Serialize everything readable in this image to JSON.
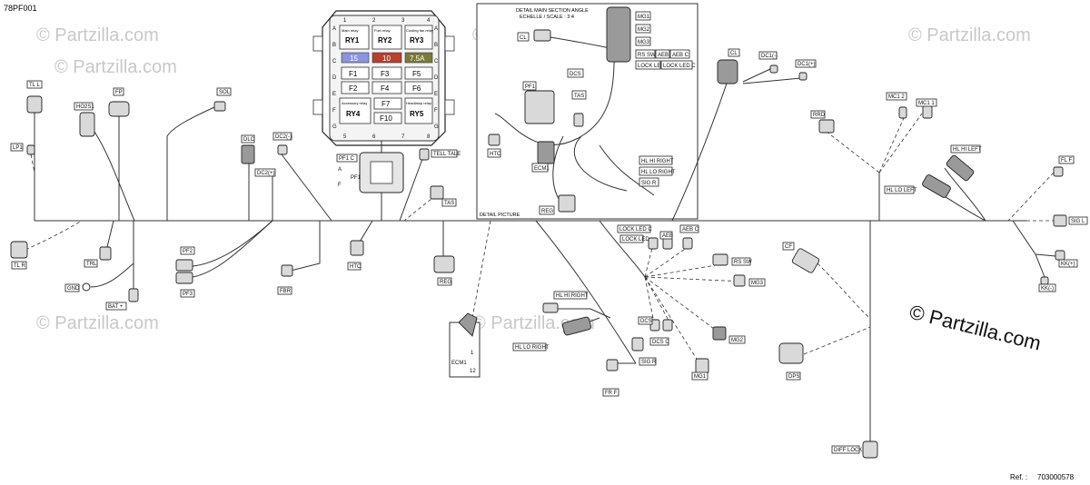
{
  "diagram": {
    "drawing_code": "78PF001",
    "reference": {
      "prefix": "Ref. :",
      "number": "703000578"
    },
    "watermark": "© Partzilla.com",
    "fuse_box": {
      "row_letters": [
        "A",
        "B",
        "C",
        "D",
        "E",
        "F",
        "G"
      ],
      "col_numbers_top": [
        "1",
        "2",
        "3",
        "4"
      ],
      "col_numbers_bottom": [
        "5",
        "6",
        "7",
        "8"
      ],
      "relays_top": [
        {
          "caption": "Main relay",
          "label": "RY1"
        },
        {
          "caption": "Fuel relay",
          "label": "RY2"
        },
        {
          "caption": "Cooling fan relay",
          "label": "RY3"
        }
      ],
      "fuse_values": [
        "15",
        "10",
        "7.5A"
      ],
      "fuses": [
        "F1",
        "F3",
        "F5",
        "F2",
        "F4",
        "F6",
        "F7",
        "F10"
      ],
      "relays_bottom": [
        {
          "caption": "Accessory relay",
          "label": "RY4"
        },
        {
          "caption": "Headlamp relay",
          "label": "RY5"
        }
      ]
    },
    "detail": {
      "title": "DETAIL MAIN SECTION ANGLE",
      "scale": "ECHELLE / SCALE : 3:4",
      "caption": "DETAIL PICTURE"
    },
    "labels": {
      "tl_l": "TL L",
      "lp1": "LP1",
      "ho2s1": "HO2S1",
      "fp": "FP",
      "sol": "SOL",
      "dlc": "DLC",
      "dc2_neg": "DC2(-)",
      "dc2_pos": "DC2(+)",
      "pf1_c": "PF1 C",
      "pf1_a": "A",
      "pf1_f": "F",
      "pf1": "PF1",
      "tell_tale": "TELL TALE",
      "tas": "TAS",
      "tl_r": "TL R",
      "trl": "TRL",
      "gnd": "GND",
      "bat_pos": "BAT +",
      "pf2": "PF2",
      "pf3": "PF3",
      "fbr": "FBR",
      "htc": "HTC",
      "reg": "REG",
      "ecm1": "ECM1",
      "ecm1_pin1": "1",
      "ecm1_pin12": "12",
      "hl_hi_right": "HL HI RIGHT",
      "hl_lo_right": "HL LO RIGHT",
      "fr_f": "FR F",
      "sig_r": "SIG R",
      "dcs": "DCS",
      "dcs_c": "DCS C",
      "mg1": "MG1",
      "mg2": "MG2",
      "mg3": "MG3",
      "rs_sw": "RS SW",
      "aeb": "AEB",
      "aeb_c": "AEB C",
      "lock_led": "LOCK LED",
      "lock_led_c": "LOCK LED C",
      "cf": "CF",
      "dps": "DPS",
      "diff_lock": "DIFF LOCK",
      "cl": "CL",
      "dc1_neg": "DC1(-)",
      "dc1_pos": "DC1(+)",
      "mc1_2": "MC1 2",
      "mc1_1": "MC1 1",
      "rrd": "RRD",
      "hl_hi_left": "HL HI LEFT",
      "hl_lo_left": "HL LO LEFT",
      "fl_f": "FL F",
      "sig_l": "SIG L",
      "kk_pos": "KK(+)",
      "kk_neg": "KK(-)",
      "d_mg1": "MG1",
      "d_mg2": "MG2",
      "d_mg3": "MG3",
      "d_cl": "CL",
      "d_rs_sw": "RS SW",
      "d_aeb": "AEB",
      "d_aeb_c": "AEB C",
      "d_lock_led": "LOCK LED",
      "d_lock_led_c": "LOCK LED C",
      "d_dcs": "DCS",
      "d_pf1": "PF1",
      "d_tas": "TAS",
      "d_htc": "HTC",
      "d_ecm1": "ECM1",
      "d_reg": "REG",
      "d_hl_hi_right": "HL HI RIGHT",
      "d_hl_lo_right": "HL LO RIGHT",
      "d_sig_r": "SIG R"
    }
  }
}
